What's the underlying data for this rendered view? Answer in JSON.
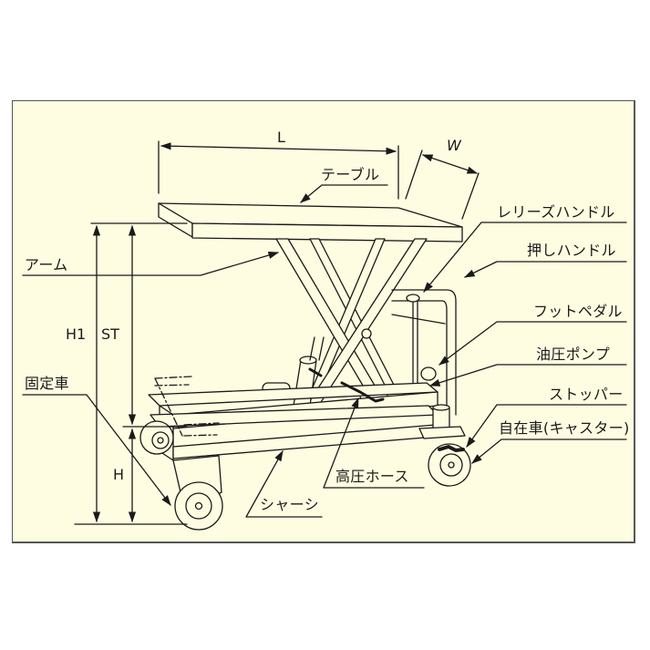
{
  "diagram": {
    "subject": "Hydraulic scissor lift table cart",
    "colors": {
      "background": "#fffde1",
      "line": "#1a1a1a",
      "border": "#555555",
      "page": "#ffffff"
    },
    "dimensions": {
      "length": "L",
      "width": "W",
      "max_height": "H1",
      "stroke": "ST",
      "min_height": "H"
    },
    "labels": {
      "table": "テーブル",
      "arm": "アーム",
      "release_handle": "レリーズハンドル",
      "push_handle": "押しハンドル",
      "foot_pedal": "フットペダル",
      "hydraulic_pump": "油圧ポンプ",
      "stopper": "ストッパー",
      "caster": "自在車(キャスター)",
      "fixed_wheel": "固定車",
      "high_pressure_hose": "高圧ホース",
      "chassis": "シャーシ"
    }
  }
}
